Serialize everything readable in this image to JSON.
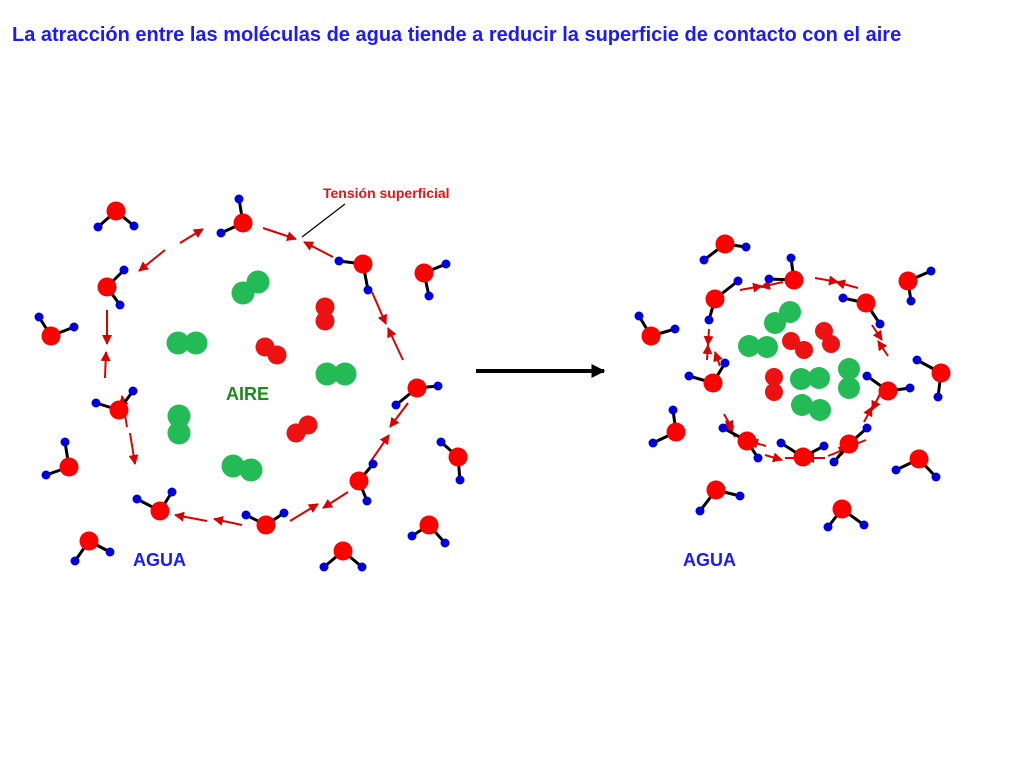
{
  "title": "La atracción entre las moléculas de agua tiende a reducir la superficie de contacto con el aire",
  "labels": {
    "surface_tension": "Tensión superficial",
    "air": "AIRE",
    "water_left": "AGUA",
    "water_right": "AGUA"
  },
  "colors": {
    "title": "#1a1aff",
    "oxygen": "#ff0000",
    "hydrogen": "#0000dd",
    "air_molecule": "#22bb55",
    "oxygen_molecule": "#ee1111",
    "arrow": "#dd0000",
    "air_label": "#1a8a1a",
    "water_label": "#1a1aff",
    "surface_label": "#ee1111"
  },
  "icons": {
    "water_molecule": "water-molecule-icon",
    "air_n2": "nitrogen-molecule-icon",
    "air_o2": "oxygen-molecule-icon",
    "transition": "right-arrow-icon"
  }
}
